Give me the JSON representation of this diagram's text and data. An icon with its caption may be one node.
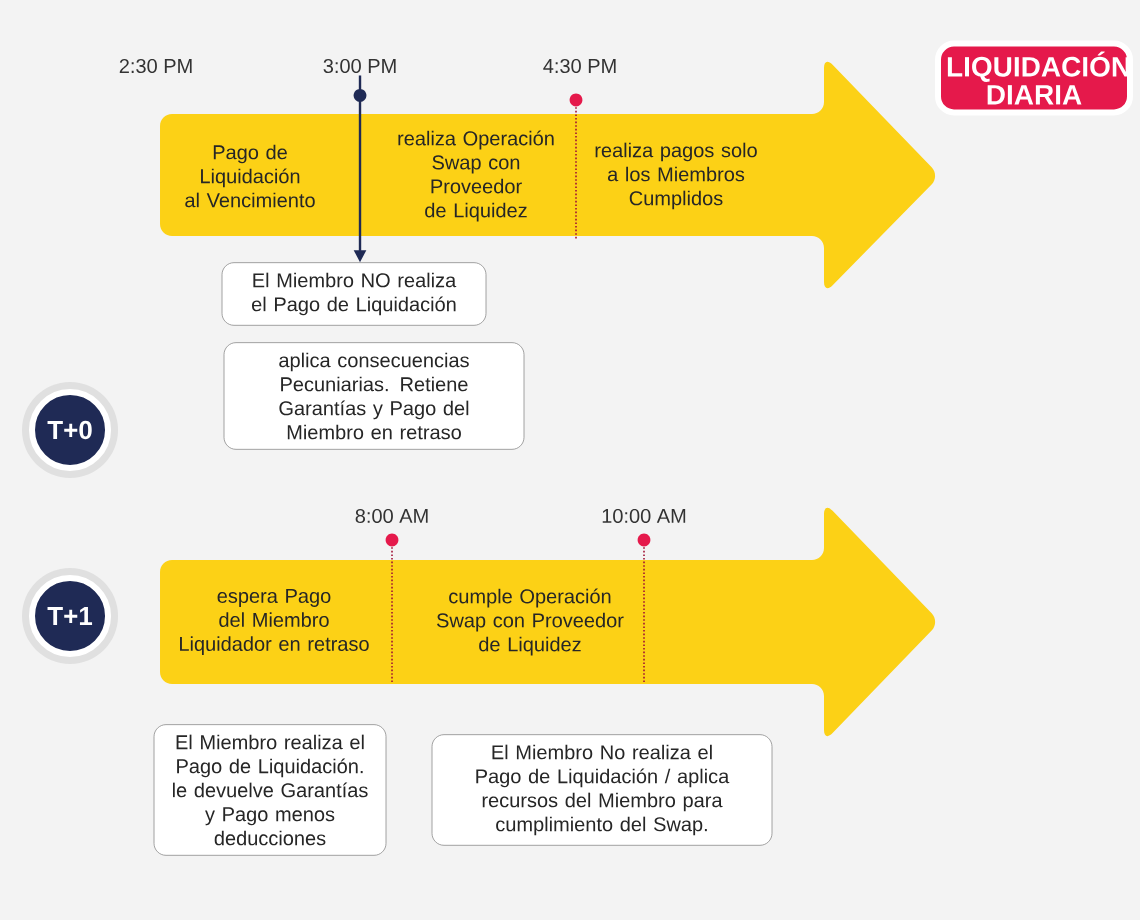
{
  "diagram": {
    "title": "LIQUIDACIÓN DIARIA",
    "nodes": [
      {
        "text": [
          "3:00 PM"
        ]
      },
      {
        "text": [
          "T+0"
        ]
      },
      {
        "text": [
          "Pago de Liquidación al Vencimiento"
        ]
      },
      {
        "text": [
          "realiza Operación Swap con Proveedor de Liquidez"
        ]
      },
      {
        "text": [
          "realiza pagos solo a los Miembros Cumplidos"
        ]
      },
      {
        "text": [
          "El Miembro NO realiza el Pago de Liquidación"
        ]
      },
      {
        "text": [
          "aplica consecuencias Pecuniarias. Retiene Garantías y Pago del Miembro en retraso"
        ]
      },
      {
        "text": [
          "T+1"
        ]
      },
      {
        "text": [
          "espera Pago del Miembro Liquidador en retraso"
        ]
      },
      {
        "text": [
          "cumple Operación Swap con Proveedor de Liquidez"
        ]
      },
      {
        "text": [
          "El Miembro realiza el Pago de Liquidación. le devuelve Garantías y Pago menos deducciones"
        ]
      },
      {
        "text": [
          "El Miembro No realiza el Pago de Liquidación / aplica recursos del Miembro para cumplimiento del Swap."
        ]
      }
    ],
    "edges": [
      {
        "from": 0,
        "to": 5,
        "arrow": "to"
      }
    ],
    "labels": [
      "2:30 PM",
      "4:30 PM",
      "8:00 AM",
      "10:00 AM"
    ]
  }
}
